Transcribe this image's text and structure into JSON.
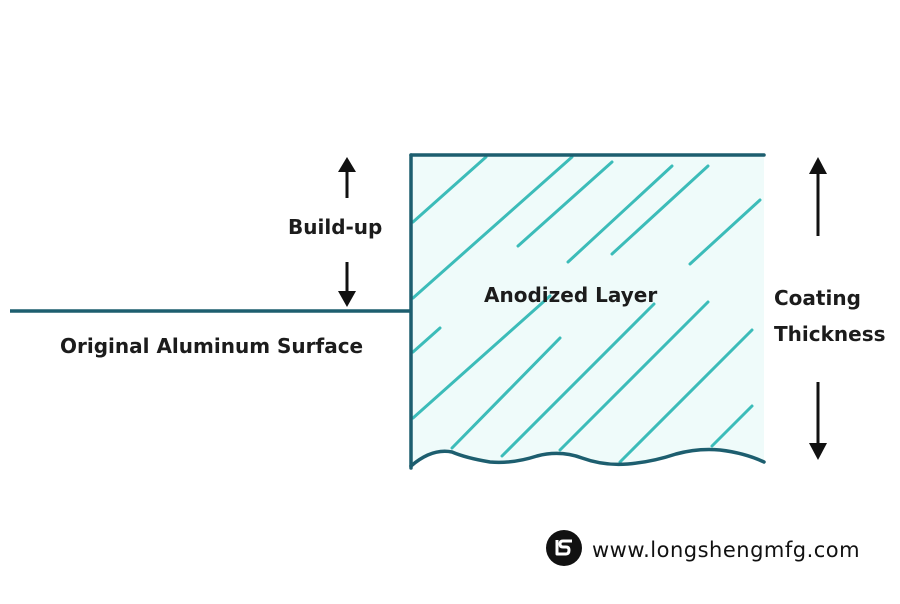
{
  "colors": {
    "outline": "#1d5e6f",
    "hatch": "#3cbcb9",
    "fill": "#effbfa",
    "arrow": "#111111",
    "text": "#1c1c1c"
  },
  "labels": {
    "build_up": "Build-up",
    "original_surface": "Original Aluminum Surface",
    "anodized_layer": "Anodized Layer",
    "coating_thickness_line1": "Coating",
    "coating_thickness_line2": "Thickness"
  },
  "watermark": {
    "logo_icon": "longsheng-logo-icon",
    "url": "www.longshengmfg.com"
  }
}
